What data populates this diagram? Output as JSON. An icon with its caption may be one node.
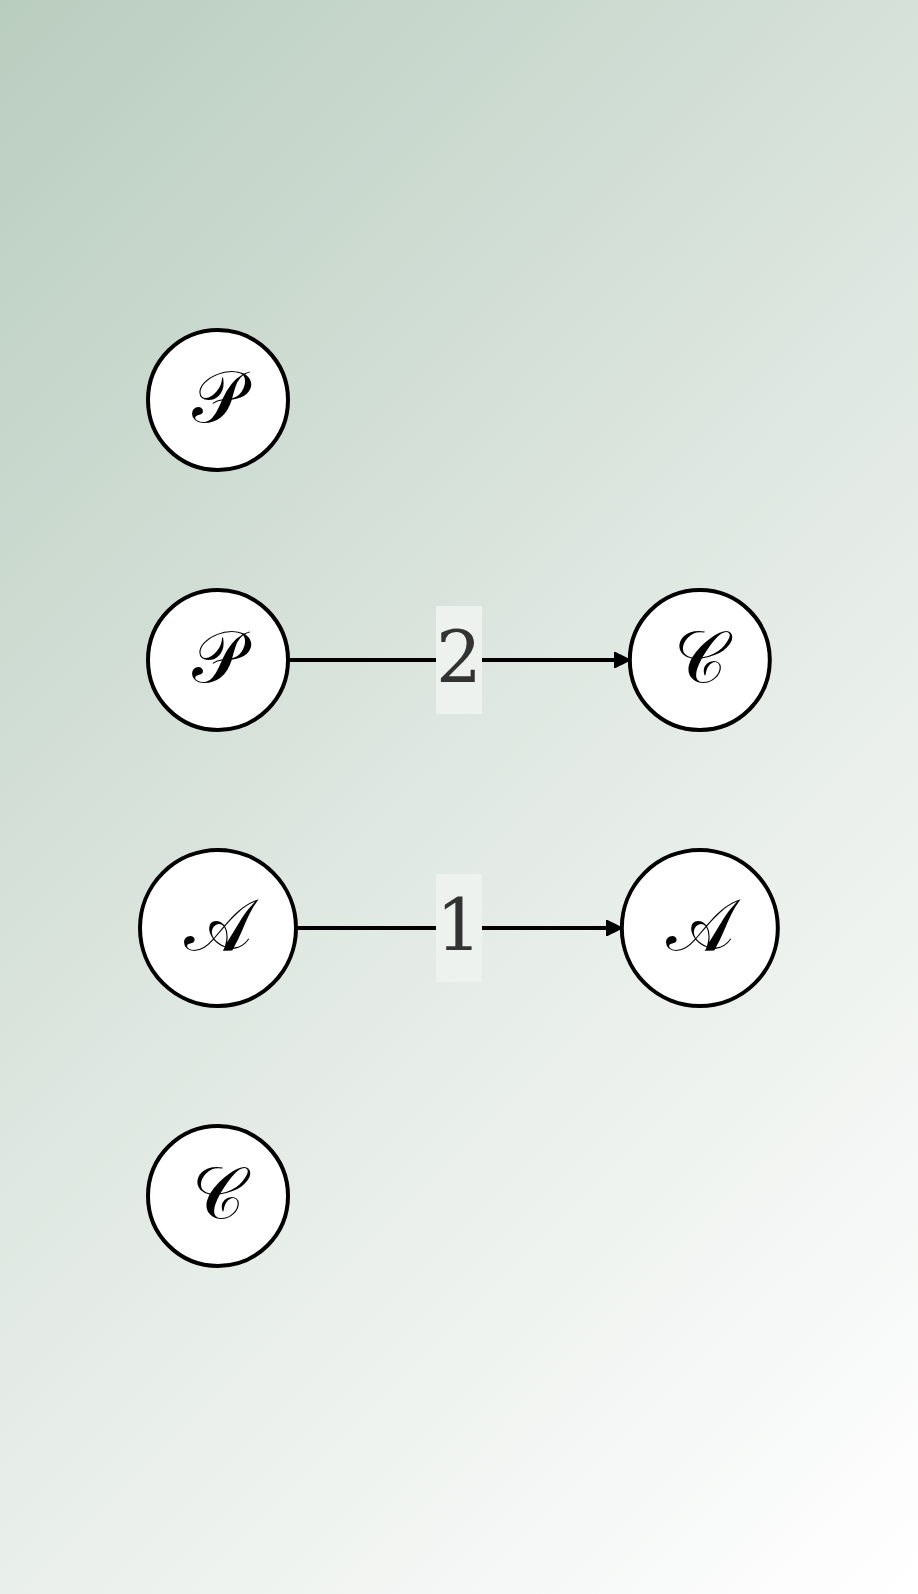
{
  "diagram": {
    "nodes": [
      {
        "text": [
          "𝒫"
        ]
      },
      {
        "text": [
          "𝒫"
        ]
      },
      {
        "text": [
          "𝒜"
        ]
      },
      {
        "text": [
          "𝒜"
        ]
      },
      {
        "text": [
          "𝒞"
        ]
      },
      {
        "text": [
          "𝒞"
        ]
      }
    ],
    "edges": [
      {
        "from": 2,
        "to": 3,
        "arrow": "to",
        "label": "1"
      },
      {
        "from": 1,
        "to": 4,
        "arrow": "to",
        "label": "2"
      }
    ]
  }
}
